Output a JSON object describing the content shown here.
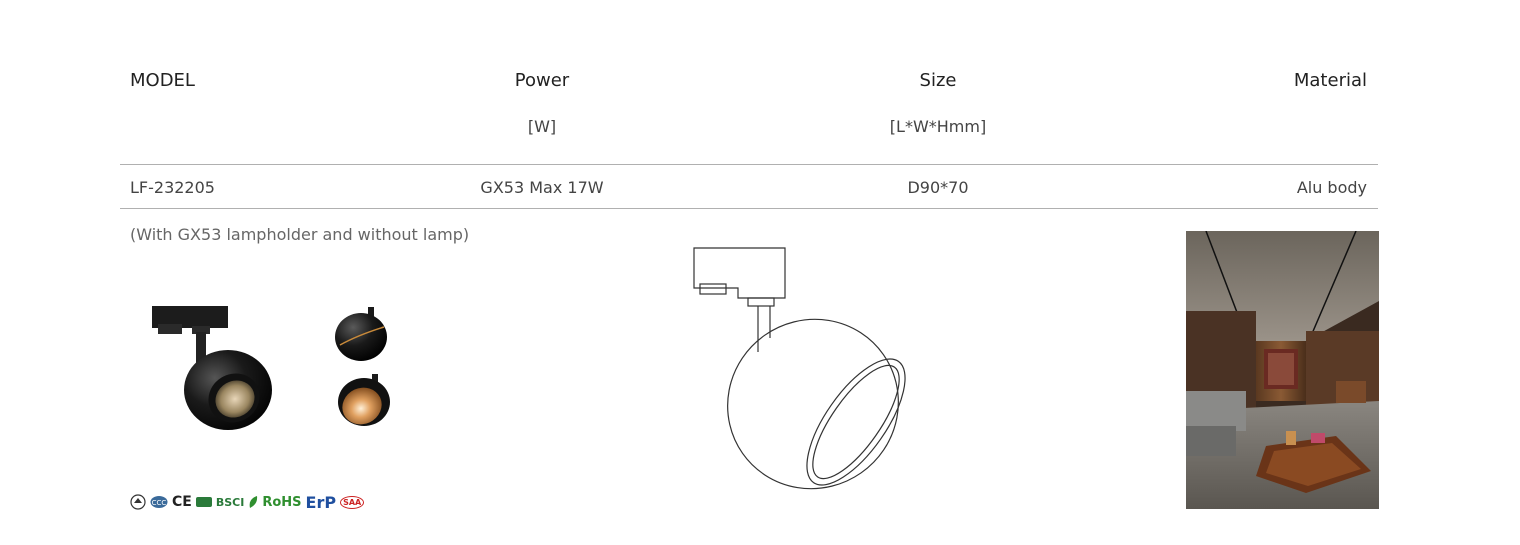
{
  "table": {
    "headers": {
      "model": "MODEL",
      "power": "Power",
      "size": "Size",
      "material": "Material"
    },
    "units": {
      "power": "[W]",
      "size": "[L*W*Hmm]"
    },
    "row": {
      "model": "LF-232205",
      "power": "GX53 Max 17W",
      "size": "D90*70",
      "material": "Alu body"
    }
  },
  "note": "(With GX53 lampholder and without lamp)",
  "certifications": {
    "ce": "CE",
    "bsci": "BSCI",
    "rohs": "RoHS",
    "erp": "ErP",
    "saa": "SAA"
  },
  "colors": {
    "rule": "#b0b0b0",
    "rohs_green": "#2f8f2f",
    "erp_blue": "#1f4f9f",
    "bsci_green": "#2a7a3a",
    "saa_red": "#cc2222",
    "gold": "#c98a3a"
  }
}
